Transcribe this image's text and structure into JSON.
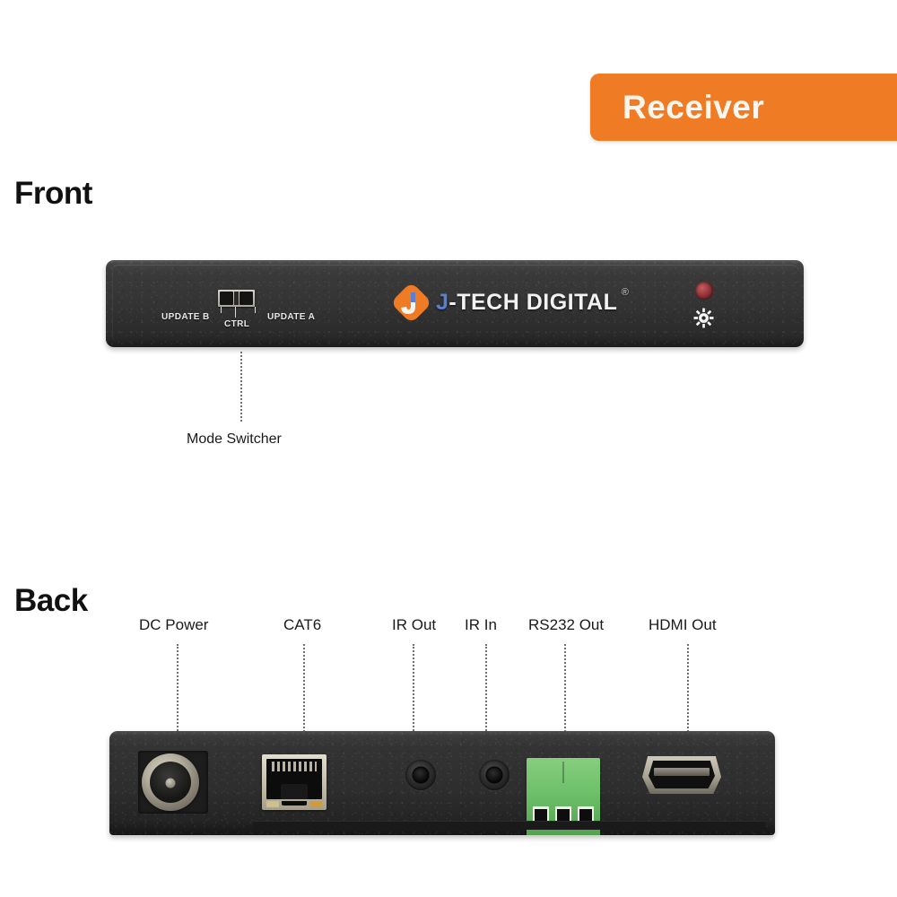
{
  "banner": {
    "label": "Receiver",
    "color": "#ef7b25",
    "text_color": "#fdf6ee"
  },
  "sections": {
    "front_heading": "Front",
    "back_heading": "Back"
  },
  "front_panel": {
    "silkscreen": {
      "update_b": "UPDATE B",
      "ctrl": "CTRL",
      "update_a": "UPDATE A"
    },
    "logo": {
      "j": "J",
      "text": "-TECH DIGITAL",
      "registered": "®",
      "mark_color": "#ef7b25",
      "j_color": "#5c7fd0"
    },
    "indicator": {
      "led_name": "power-led",
      "led_color": "#8e2f34",
      "icon_name": "gear-icon"
    },
    "callout": {
      "label": "Mode Switcher"
    }
  },
  "back_panel": {
    "ports": [
      {
        "label": "DC Power",
        "icon": "dc-barrel-jack"
      },
      {
        "label": "CAT6",
        "icon": "rj45-port"
      },
      {
        "label": "IR Out",
        "icon": "ir-jack"
      },
      {
        "label": "IR In",
        "icon": "ir-jack"
      },
      {
        "label": "RS232 Out",
        "icon": "phoenix-terminal"
      },
      {
        "label": "HDMI Out",
        "icon": "hdmi-port"
      }
    ],
    "terminal_color": "#6cbf68"
  }
}
